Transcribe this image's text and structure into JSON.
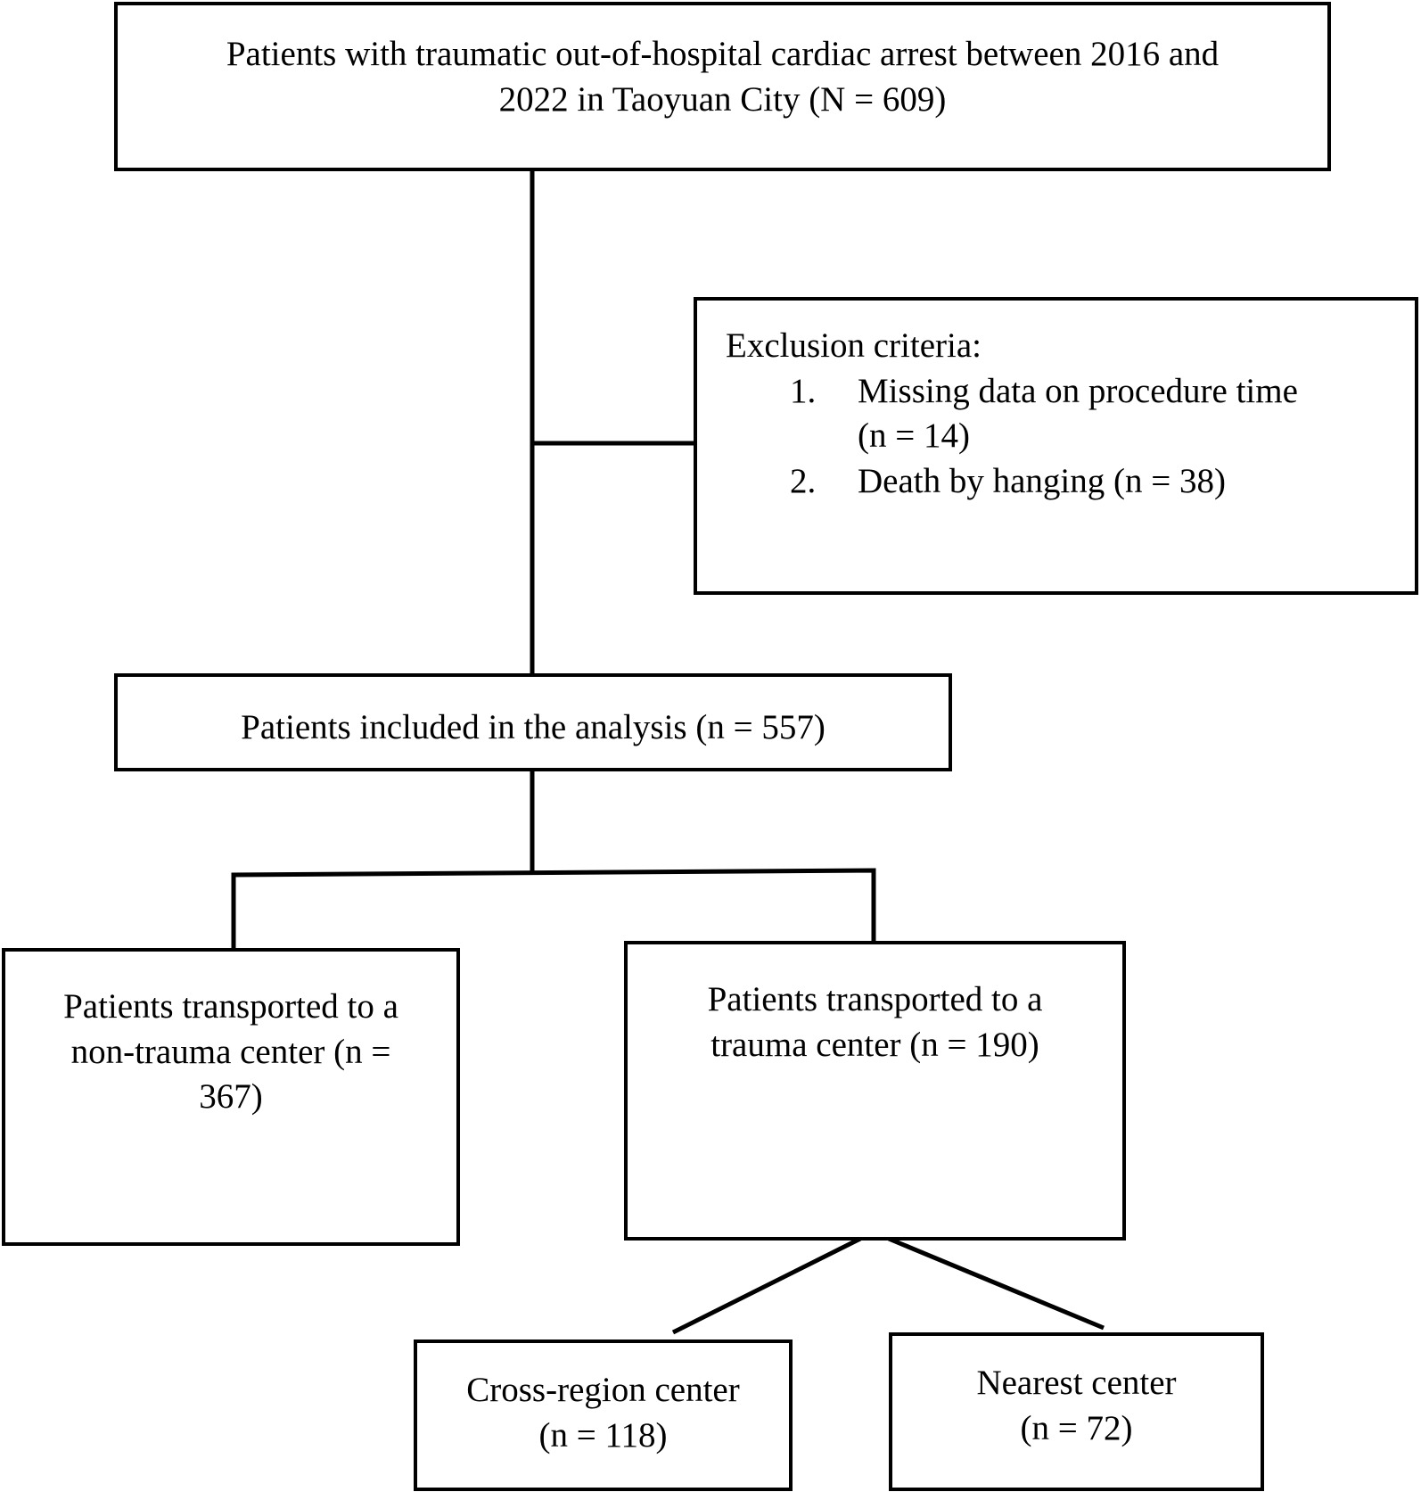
{
  "boxes": {
    "top": {
      "line1": "Patients with traumatic out-of-hospital cardiac arrest between 2016 and",
      "line2": "2022 in Taoyuan City (N = 609)"
    },
    "exclusion": {
      "title": "Exclusion criteria:",
      "items": [
        {
          "number": "1.",
          "text": "Missing data on procedure time",
          "continuation": "(n = 14)"
        },
        {
          "number": "2.",
          "text": "Death by hanging (n = 38)"
        }
      ]
    },
    "included": {
      "line1": "Patients included in the analysis (n = 557)"
    },
    "non_trauma": {
      "line1": "Patients transported to a",
      "line2": "non-trauma center (n =",
      "line3": "367)"
    },
    "trauma": {
      "line1": "Patients transported to a",
      "line2": "trauma center (n = 190)"
    },
    "cross_region": {
      "line1": "Cross-region center",
      "line2": "(n = 118)"
    },
    "nearest": {
      "line1": "Nearest center",
      "line2": "(n = 72)"
    }
  },
  "colors": {
    "stroke": "#000000",
    "background": "#ffffff"
  }
}
